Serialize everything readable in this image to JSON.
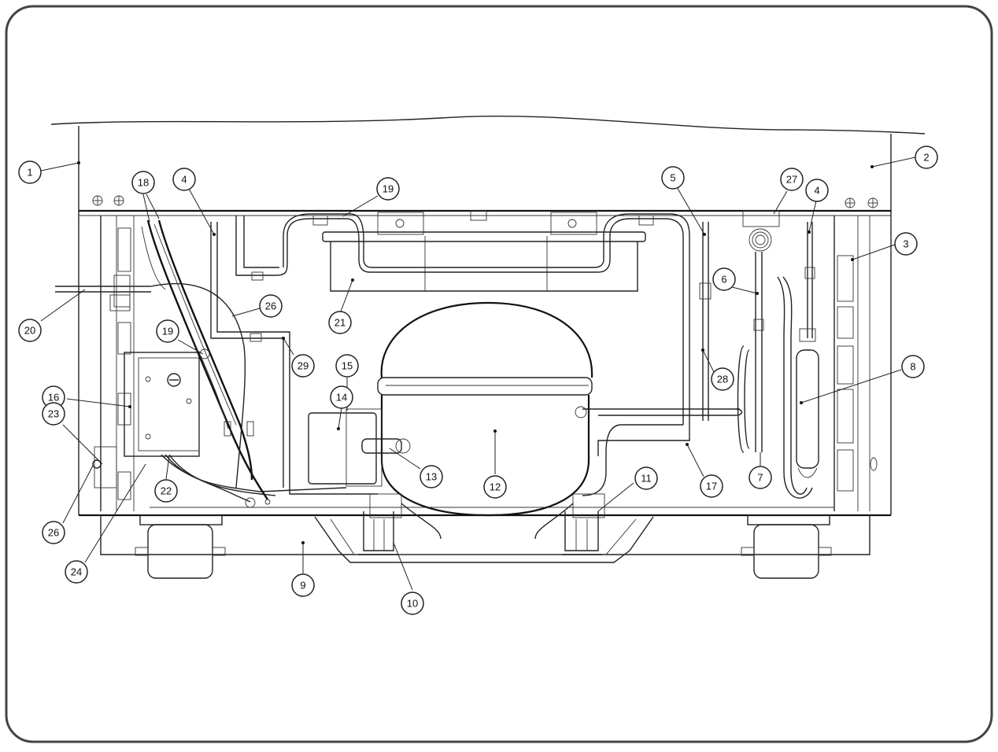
{
  "callouts": [
    {
      "id": "c1",
      "label": "1"
    },
    {
      "id": "c2",
      "label": "2"
    },
    {
      "id": "c3",
      "label": "3"
    },
    {
      "id": "c4a",
      "label": "4"
    },
    {
      "id": "c4b",
      "label": "4"
    },
    {
      "id": "c5",
      "label": "5"
    },
    {
      "id": "c6",
      "label": "6"
    },
    {
      "id": "c7",
      "label": "7"
    },
    {
      "id": "c8",
      "label": "8"
    },
    {
      "id": "c9",
      "label": "9"
    },
    {
      "id": "c10",
      "label": "10"
    },
    {
      "id": "c11",
      "label": "11"
    },
    {
      "id": "c12",
      "label": "12"
    },
    {
      "id": "c13",
      "label": "13"
    },
    {
      "id": "c14",
      "label": "14"
    },
    {
      "id": "c15",
      "label": "15"
    },
    {
      "id": "c16",
      "label": "16"
    },
    {
      "id": "c17",
      "label": "17"
    },
    {
      "id": "c18",
      "label": "18"
    },
    {
      "id": "c19a",
      "label": "19"
    },
    {
      "id": "c19b",
      "label": "19"
    },
    {
      "id": "c20",
      "label": "20"
    },
    {
      "id": "c21",
      "label": "21"
    },
    {
      "id": "c22",
      "label": "22"
    },
    {
      "id": "c23",
      "label": "23"
    },
    {
      "id": "c24",
      "label": "24"
    },
    {
      "id": "c26a",
      "label": "26"
    },
    {
      "id": "c26b",
      "label": "26"
    },
    {
      "id": "c27",
      "label": "27"
    },
    {
      "id": "c28",
      "label": "28"
    },
    {
      "id": "c29",
      "label": "29"
    }
  ]
}
